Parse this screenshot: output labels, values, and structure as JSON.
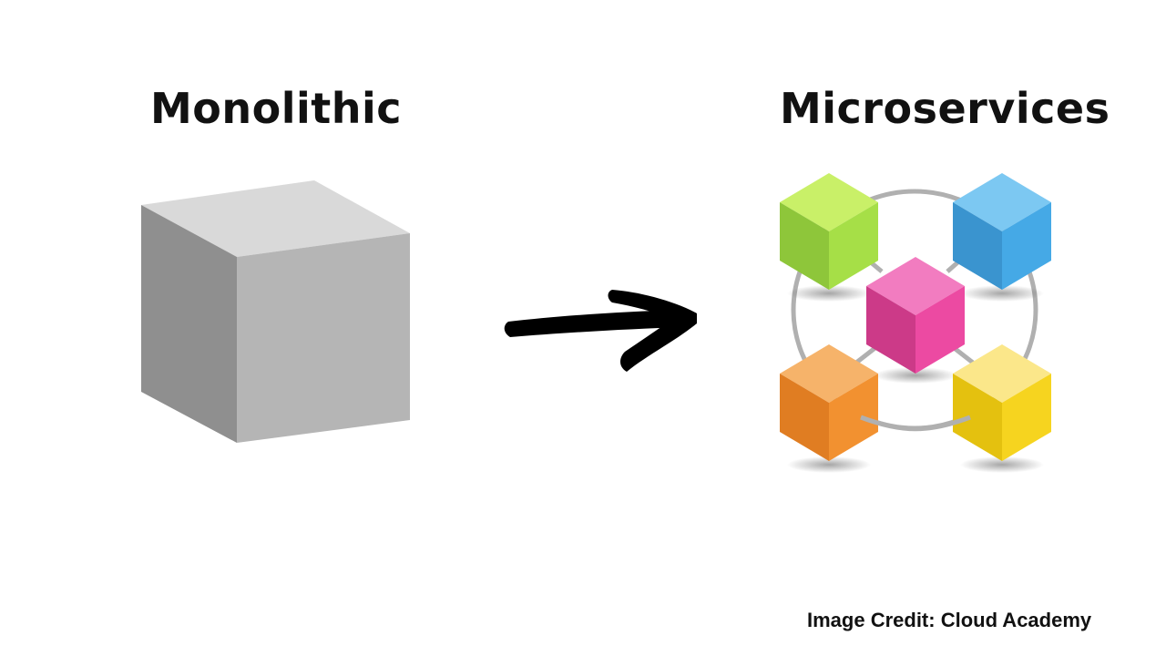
{
  "diagram": {
    "left_label": "Monolithic",
    "right_label": "Microservices",
    "credit": "Image Credit: Cloud Academy"
  },
  "colors": {
    "monolith_top": "#d9d9d9",
    "monolith_left": "#8f8f8f",
    "monolith_right": "#b5b5b5",
    "arrow": "#000000",
    "ring": "#b0b0b0",
    "green": "#a6df47",
    "blue": "#45a9e6",
    "pink": "#ec4aa2",
    "orange": "#f29130",
    "yellow": "#f6d41f"
  },
  "icons": {
    "monolith": "monolith-cube-icon",
    "arrow": "right-arrow-icon",
    "services": "microservice-cube-icon"
  }
}
